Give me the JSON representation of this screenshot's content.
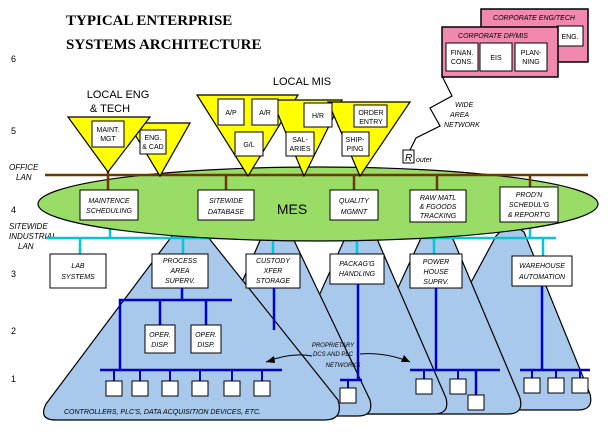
{
  "title": {
    "line1": "TYPICAL ENTERPRISE",
    "line2": "SYSTEMS ARCHITECTURE"
  },
  "levels": {
    "l6": "6",
    "l5": "5",
    "l4": "4",
    "l3": "3",
    "l2": "2",
    "l1": "1",
    "office_lan_1": "OFFICE",
    "office_lan_2": "LAN",
    "sitewide_1": "SITEWIDE",
    "sitewide_2": "INDUSTRIAL",
    "sitewide_3": "LAN"
  },
  "corporate": {
    "eng_title": "CORPORATE ENG/TECH",
    "eng_box": "ENG.",
    "dp_title": "CORPORATE DP/MIS",
    "finan_1": "FINAN.",
    "finan_2": "CONS.",
    "eis": "EIS",
    "plan_1": "PLAN-",
    "plan_2": "NING"
  },
  "wan": {
    "l1": "WIDE",
    "l2": "AREA",
    "l3": "NETWORK"
  },
  "router": {
    "letter": "R",
    "rest": "outer"
  },
  "local_eng": {
    "title_1": "LOCAL ENG",
    "title_2": "& TECH",
    "maint_1": "MAINT.",
    "maint_2": "MGT",
    "eng_1": "ENG.",
    "eng_2": "& CAD"
  },
  "local_mis": {
    "title": "LOCAL MIS",
    "ap": "A/P",
    "ar": "A/R",
    "gl": "G/L",
    "hr": "H/R",
    "sal_1": "SAL-",
    "sal_2": "ARIES",
    "ship_1": "SHIP-",
    "ship_2": "PING",
    "order_1": "ORDER",
    "order_2": "ENTRY"
  },
  "mes": {
    "label": "MES",
    "maint_1": "MAINTENCE",
    "maint_2": "SCHEDULING",
    "site_1": "SITEWIDE",
    "site_2": "DATABASE",
    "qual_1": "QUALITY",
    "qual_2": "MGMNT",
    "raw_1": "RAW MATL",
    "raw_2": "& FGOODS",
    "raw_3": "TRACKING",
    "prod_1": "PROD'N",
    "prod_2": "SCHEDUL'G",
    "prod_3": "& REPORT'G"
  },
  "level3": {
    "lab_1": "LAB",
    "lab_2": "SYSTEMS",
    "proc_1": "PROCESS",
    "proc_2": "AREA",
    "proc_3": "SUPERV.",
    "cust_1": "CUSTODY",
    "cust_2": "XFER",
    "cust_3": "STORAGE",
    "pack_1": "PACKAG'G",
    "pack_2": "HANDLING",
    "power_1": "POWER",
    "power_2": "HOUSE",
    "power_3": "SUPRV.",
    "ware_1": "WAREHOUSE",
    "ware_2": "AUTOMATION"
  },
  "level2": {
    "oper_1": "OPER.",
    "oper_2": "DISP."
  },
  "networks": {
    "l1": "PROPRIETARY",
    "l2": "DCS AND PLC",
    "l3": "NETWORKS"
  },
  "bottom": "CONTROLLERS, PLC'S, DATA ACQUISITION DEVICES, ETC.",
  "colors": {
    "yellow": "#ffff00",
    "green": "#99dd66",
    "blue": "#a8c8ec",
    "pink": "#f088b0",
    "navy": "#0000cc",
    "cyan": "#00c8d8",
    "brown": "#6b3a00"
  }
}
